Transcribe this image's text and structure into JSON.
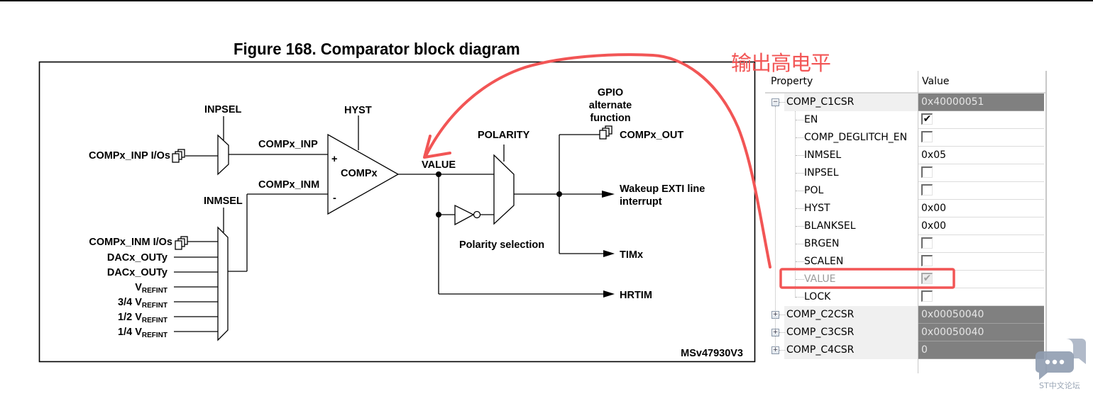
{
  "figure": {
    "title": "Figure 168.  Comparator block diagram",
    "ref_code": "MSv47930V3",
    "labels": {
      "inpsel": "INPSEL",
      "inmsel": "INMSEL",
      "hyst": "HYST",
      "polarity": "POLARITY",
      "compx": "COMPx",
      "plus": "+",
      "minus": "-",
      "compx_inp": "COMPx_INP",
      "compx_inm": "COMPx_INM",
      "value": "VALUE",
      "polarity_selection": "Polarity selection",
      "gpio_line1": "GPIO",
      "gpio_line2": "alternate",
      "gpio_line3": "function",
      "compx_out": "COMPx_OUT",
      "wakeup_line1": "Wakeup EXTI line",
      "wakeup_line2": "interrupt",
      "timx": "TIMx",
      "hrtim": "HRTIM",
      "inp_ios": "COMPx_INP I/Os"
    },
    "inm_inputs": [
      {
        "main": "COMPx_INM I/Os",
        "sub": ""
      },
      {
        "main": "DACx_OUTy",
        "sub": ""
      },
      {
        "main": "DACx_OUTy",
        "sub": ""
      },
      {
        "main": "V",
        "sub": "REFINT"
      },
      {
        "main": "3/4 V",
        "sub": "REFINT"
      },
      {
        "main": "1/2 V",
        "sub": "REFINT"
      },
      {
        "main": "1/4 V",
        "sub": "REFINT"
      }
    ]
  },
  "annotation": {
    "text": "输出高电平",
    "color": "#f25555"
  },
  "property_panel": {
    "header": {
      "property": "Property",
      "value": "Value"
    },
    "rows": [
      {
        "name": "COMP_C1CSR",
        "value": "0x40000051",
        "type": "group",
        "expanded": true,
        "expander": "−"
      },
      {
        "name": "EN",
        "value": "",
        "type": "checkbox",
        "checked": true
      },
      {
        "name": "COMP_DEGLITCH_EN",
        "value": "",
        "type": "checkbox",
        "checked": false
      },
      {
        "name": "INMSEL",
        "value": "0x05",
        "type": "text"
      },
      {
        "name": "INPSEL",
        "value": "",
        "type": "checkbox",
        "checked": false
      },
      {
        "name": "POL",
        "value": "",
        "type": "checkbox",
        "checked": false
      },
      {
        "name": "HYST",
        "value": "0x00",
        "type": "text"
      },
      {
        "name": "BLANKSEL",
        "value": "0x00",
        "type": "text"
      },
      {
        "name": "BRGEN",
        "value": "",
        "type": "checkbox",
        "checked": false
      },
      {
        "name": "SCALEN",
        "value": "",
        "type": "checkbox",
        "checked": false
      },
      {
        "name": "VALUE",
        "value": "",
        "type": "checkbox",
        "checked": true,
        "disabled": true,
        "highlighted": true
      },
      {
        "name": "LOCK",
        "value": "",
        "type": "checkbox",
        "checked": false
      },
      {
        "name": "COMP_C2CSR",
        "value": "0x00050040",
        "type": "group",
        "expanded": false,
        "expander": "+"
      },
      {
        "name": "COMP_C3CSR",
        "value": "0x00050040",
        "type": "group",
        "expanded": false,
        "expander": "+"
      },
      {
        "name": "COMP_C4CSR",
        "value": "0",
        "type": "group",
        "expanded": false,
        "expander": "+"
      }
    ],
    "check_glyph": "✔"
  },
  "watermark": {
    "text": "ST中文论坛",
    "icon": "chat-bubbles-icon"
  }
}
